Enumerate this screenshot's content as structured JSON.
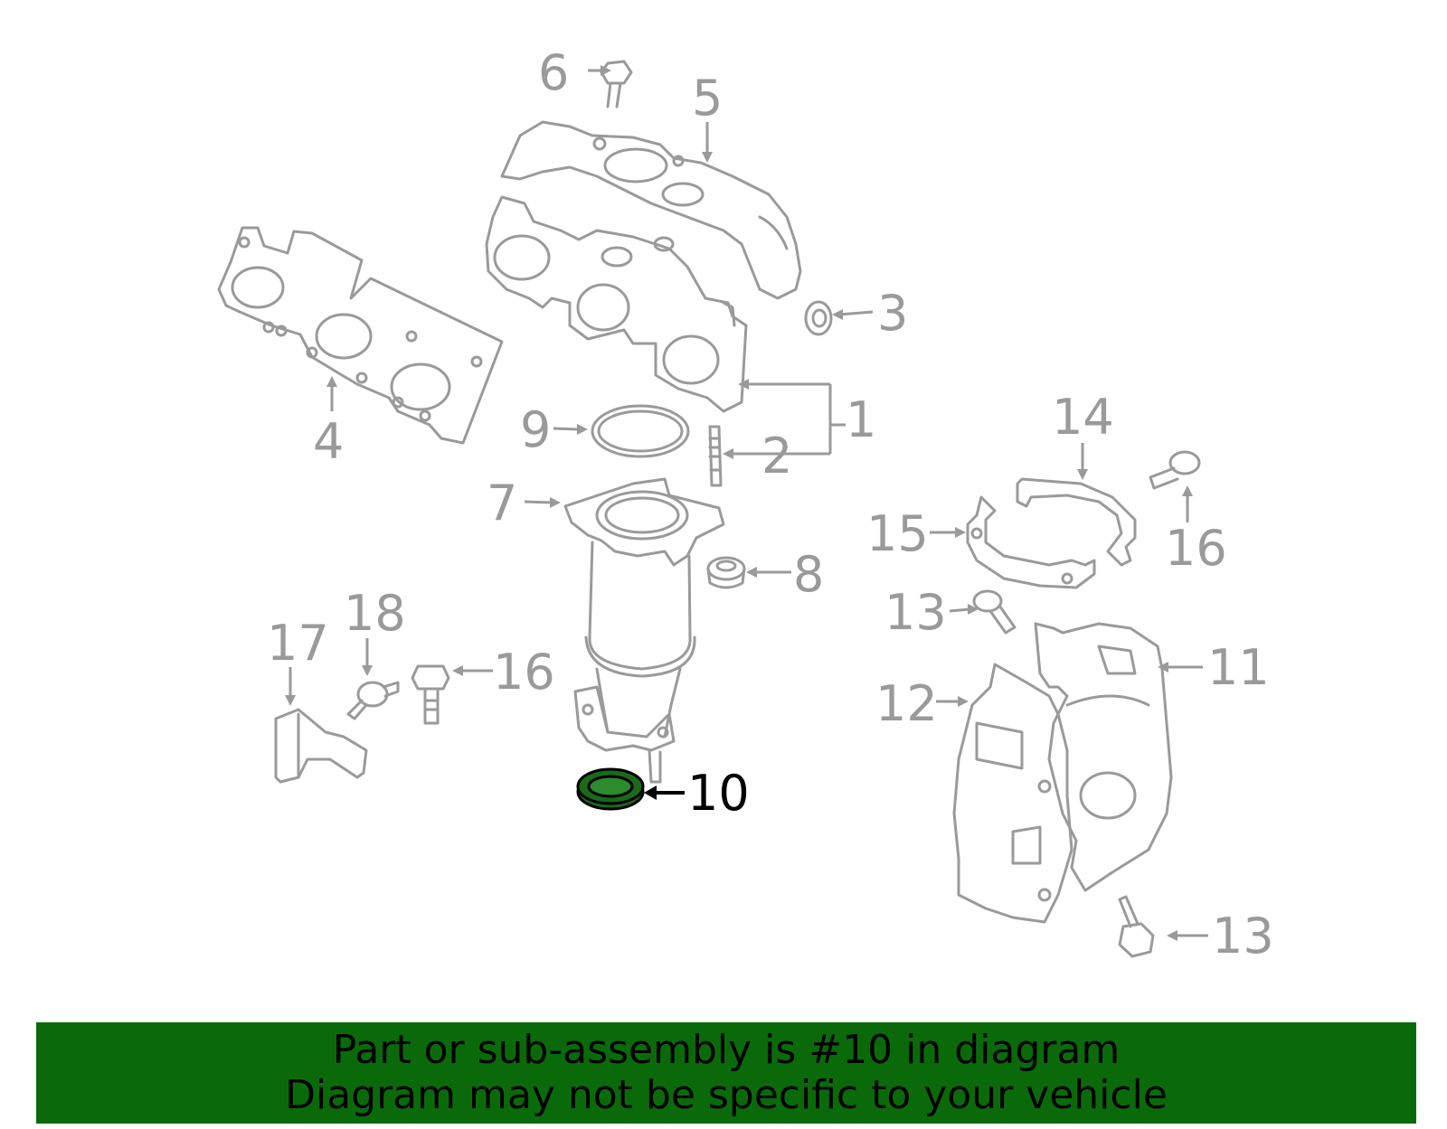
{
  "callouts": {
    "c1": "1",
    "c2": "2",
    "c3": "3",
    "c4": "4",
    "c5": "5",
    "c6": "6",
    "c7": "7",
    "c8": "8",
    "c9": "9",
    "c10": "10",
    "c11": "11",
    "c12": "12",
    "c13a": "13",
    "c13b": "13",
    "c14": "14",
    "c15": "15",
    "c16a": "16",
    "c16b": "16",
    "c17": "17",
    "c18": "18"
  },
  "highlight": {
    "part": "10",
    "color": "#1a6a1a"
  },
  "banner": {
    "line1": "Part or sub-assembly is #10 in diagram",
    "line2": "Diagram may not be specific to your vehicle",
    "background": "#0a6a0a"
  },
  "colors": {
    "outline": "#9a9a9a",
    "highlight_text": "#000000"
  }
}
